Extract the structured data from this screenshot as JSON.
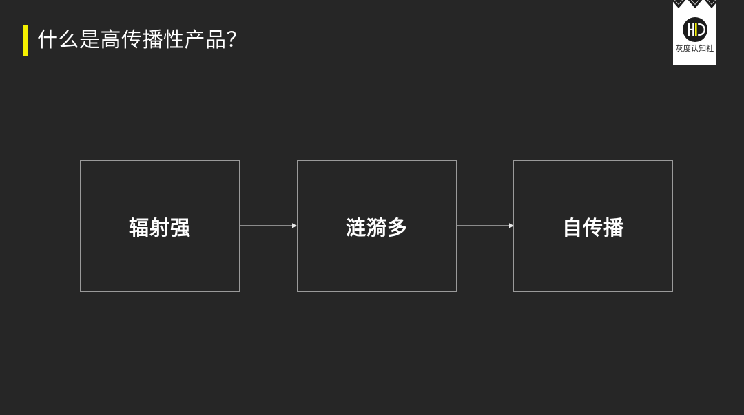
{
  "slide": {
    "background_color": "#262626",
    "accent_color": "#F4F000",
    "title": "什么是高传播性产品？"
  },
  "logo": {
    "emblem_alt": "brand-emblem-icon",
    "name": "灰度认知社",
    "card_color": "#FFFFFF",
    "emblem_color": "#1C1C1C",
    "emblem_accent_color": "#F4F000"
  },
  "diagram": {
    "type": "flow",
    "direction": "left-to-right",
    "nodes": [
      {
        "id": "node-1",
        "label": "辐射强"
      },
      {
        "id": "node-2",
        "label": "涟漪多"
      },
      {
        "id": "node-3",
        "label": "自传播"
      }
    ],
    "connectors": [
      {
        "id": "arrow-1",
        "from": "node-1",
        "to": "node-2",
        "style": "solid-arrow"
      },
      {
        "id": "arrow-2",
        "from": "node-2",
        "to": "node-3",
        "style": "solid-arrow"
      }
    ],
    "node_border_color": "#9A9A9A",
    "node_text_color": "#FFFFFF"
  }
}
